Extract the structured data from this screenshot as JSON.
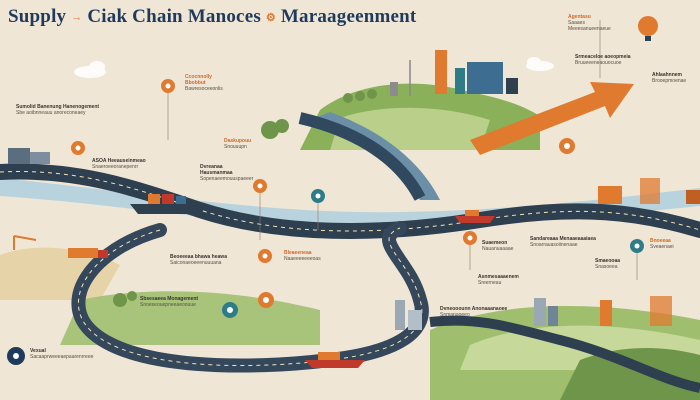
{
  "title": {
    "part1": "Supply",
    "accent": "→",
    "part2": "Ciak Chain Manoces",
    "part3": "Maraageenment"
  },
  "colors": {
    "background": "#efe6d6",
    "road": "#2e3f50",
    "river": "#6a8fa7",
    "orange": "#e07a2f",
    "teal": "#2d7c88",
    "green": "#7aa04b",
    "navy": "#1f3a5a"
  },
  "labels": [
    {
      "id": "label-a",
      "head": "Sumolid Banenung Hanenogement",
      "body": "Sbe aoibnneauu anoreconeaey"
    },
    {
      "id": "label-b",
      "head": "Ccocnnolly Bbobbut",
      "body": "Bawresoceeonlis"
    },
    {
      "id": "label-c",
      "head": "Agentasu",
      "body": "Saaaes Meeesanueenaeue"
    },
    {
      "id": "label-d",
      "head": "Srmeaceloe aoeopmeia",
      "body": "Bruueeeneaouocuoe"
    },
    {
      "id": "label-e",
      "head": "Ahlaahnnem",
      "body": "Brooepmoenae"
    },
    {
      "id": "label-f",
      "head": "ASOA Heeauseinmeao",
      "body": "Snaeroeeoranepenrr"
    },
    {
      "id": "label-g",
      "head": "Dvreanaa Hausmanmaa",
      "body": "Sopenaeemouuspaeeer"
    },
    {
      "id": "label-h",
      "head": "Daskupouu",
      "body": "Snouuupn"
    },
    {
      "id": "label-i",
      "head": "Beoeeeaa bhawa heawa",
      "body": "Saiconaeoeeenuuuana"
    },
    {
      "id": "label-j",
      "head": "Bleaeeneaa",
      "body": "Naaeeeeeeeoas"
    },
    {
      "id": "label-k",
      "head": "Sbsesaeea Monagement",
      "body": "Snoeseouepneeaeoouue"
    },
    {
      "id": "label-l",
      "head": "Suaemeon",
      "body": "Nauanuaaaae"
    },
    {
      "id": "label-m",
      "head": "Sandareaaa Menaaeaaaiaea",
      "body": "Snoarrauasoiinenaae"
    },
    {
      "id": "label-n",
      "head": "Asnmesaaaenem",
      "body": "Sreerneau"
    },
    {
      "id": "label-o",
      "head": "Bnoeeaa",
      "body": "Sveaenaei"
    },
    {
      "id": "label-p",
      "head": "Vexual",
      "body": "Sacaaprweeeaepaarenrreee"
    },
    {
      "id": "label-q",
      "head": "Dvneooounn Anonaaanaoee",
      "body": "Snmanaoeeo"
    },
    {
      "id": "label-r",
      "head": "Smaeooaa",
      "body": "Snasoeea"
    }
  ]
}
